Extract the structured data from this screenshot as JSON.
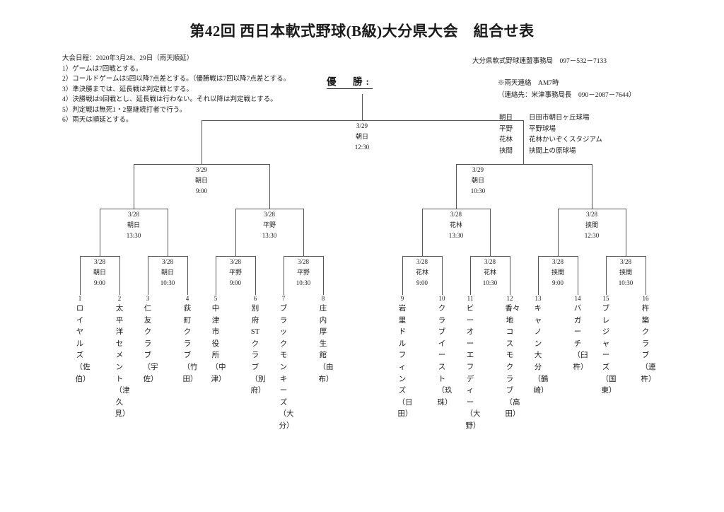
{
  "header": {
    "title": "第42回 西日本軟式野球(B級)大分県大会　組合せ表"
  },
  "rules": {
    "schedule": "大会日程：2020年3月28、29日（雨天順延）",
    "items": [
      "1）ゲームは7回戦とする。",
      "2）コールドゲームは5回以降7点差とする。（優勝戦は7回以降7点差とする。",
      "3）準決勝までは、延長戦は判定戦とする。",
      "4）決勝戦は9回戦とし、延長戦は行わない。それ以降は判定戦とする。",
      "5）判定戦は無死1・2塁継続打者で行う。",
      "6）雨天は順延とする。"
    ]
  },
  "contact": {
    "office": "大分県軟式野球連盟事務局　097－532－7133",
    "rain_notice": "※雨天連絡　AM7時",
    "rain_contact": "（連絡先：米津事務局長　090－2087－7644）"
  },
  "venues": [
    {
      "code": "朝日",
      "name": "日田市朝日ヶ丘球場"
    },
    {
      "code": "平野",
      "name": "平野球場"
    },
    {
      "code": "花林",
      "name": "花林かいぞくスタジアム"
    },
    {
      "code": "挟間",
      "name": "挟間上の原球場"
    }
  ],
  "champion_label": "優　勝:",
  "bracket": {
    "final": {
      "date": "3/29",
      "venue": "朝日",
      "time": "12:30"
    },
    "semifinals": [
      {
        "date": "3/29",
        "venue": "朝日",
        "time": "9:00"
      },
      {
        "date": "3/29",
        "venue": "朝日",
        "time": "10:30"
      }
    ],
    "quarterfinals": [
      {
        "date": "3/28",
        "venue": "朝日",
        "time": "13:30"
      },
      {
        "date": "3/28",
        "venue": "平野",
        "time": "13:30"
      },
      {
        "date": "3/28",
        "venue": "花林",
        "time": "13:30"
      },
      {
        "date": "3/28",
        "venue": "挟間",
        "time": "12:30"
      }
    ],
    "round1": [
      {
        "date": "3/28",
        "venue": "朝日",
        "time": "9:00"
      },
      {
        "date": "3/28",
        "venue": "朝日",
        "time": "10:30"
      },
      {
        "date": "3/28",
        "venue": "平野",
        "time": "9:00"
      },
      {
        "date": "3/28",
        "venue": "平野",
        "time": "10:30"
      },
      {
        "date": "3/28",
        "venue": "花林",
        "time": "9:00"
      },
      {
        "date": "3/28",
        "venue": "花林",
        "time": "10:30"
      },
      {
        "date": "3/28",
        "venue": "挟間",
        "time": "9:00"
      },
      {
        "date": "3/28",
        "venue": "挟間",
        "time": "10:30"
      }
    ]
  },
  "teams": [
    {
      "seed": "1",
      "name": "ロイヤルズ（佐伯）"
    },
    {
      "seed": "2",
      "name": "太平洋セメント（津久見）"
    },
    {
      "seed": "3",
      "name": "仁友クラブ（宇佐）"
    },
    {
      "seed": "4",
      "name": "荻町クラブ（竹田）"
    },
    {
      "seed": "5",
      "name": "中津市役所（中津）"
    },
    {
      "seed": "6",
      "name": "別府STクラブ（別府）"
    },
    {
      "seed": "7",
      "name": "ブラックモンキーズ（大分）"
    },
    {
      "seed": "8",
      "name": "庄内厚生館（由布）"
    },
    {
      "seed": "9",
      "name": "岩里ドルフィンズ（日田）"
    },
    {
      "seed": "10",
      "name": "クラブイースト（玖珠）"
    },
    {
      "seed": "11",
      "name": "ビーオーエフディー（大野）"
    },
    {
      "seed": "12",
      "name": "香々地コスモクラブ（高田）"
    },
    {
      "seed": "13",
      "name": "キャノン大分（鶴崎）"
    },
    {
      "seed": "14",
      "name": "バガーチ（臼杵）"
    },
    {
      "seed": "15",
      "name": "ブレジャーズ（国東）"
    },
    {
      "seed": "16",
      "name": "杵築クラブ（連杵）"
    }
  ]
}
